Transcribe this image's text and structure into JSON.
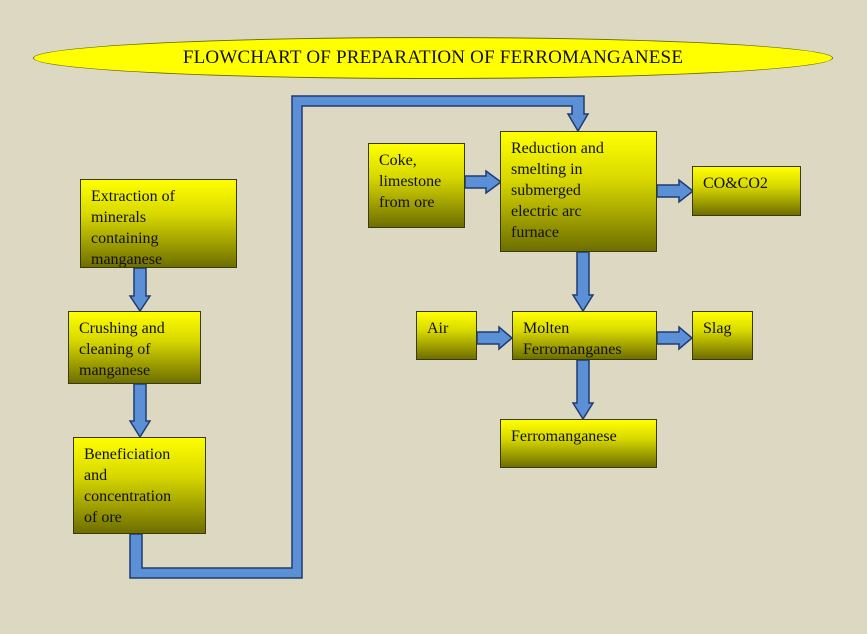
{
  "title": "FLOWCHART OF PREPARATION OF FERROMANGANESE",
  "colors": {
    "background": "#ddd8c2",
    "box_fill_top": "#ffff00",
    "box_fill_bottom": "#6e6e00",
    "arrow_fill": "#5b8fd6",
    "arrow_outline": "#1f3b73"
  },
  "nodes": {
    "extraction": "Extraction of\nminerals\ncontaining\nmanganese",
    "crushing": "Crushing and\ncleaning of\nmanganese",
    "beneficiation": "Beneficiation\nand\nconcentration\nof ore",
    "coke": "Coke,\nlimestone\nfrom ore",
    "reduction": "Reduction and\nsmelting in\nsubmerged\nelectric arc\nfurnace",
    "coco2": "CO&CO2",
    "air": "Air",
    "molten": "Molten\nFerromanganes",
    "slag": "Slag",
    "ferromanganese": "Ferromanganese"
  }
}
